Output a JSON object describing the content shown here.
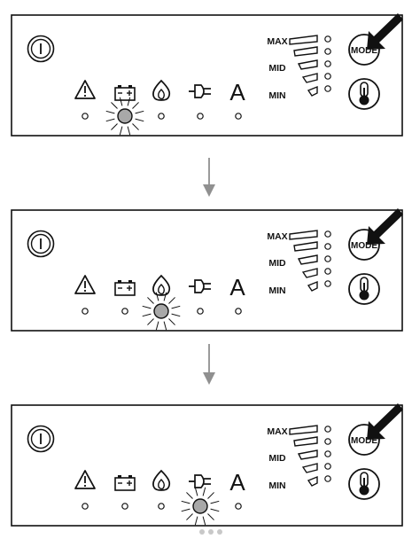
{
  "steps": [
    {
      "lit": "battery"
    },
    {
      "lit": "flame"
    },
    {
      "lit": "plug"
    }
  ],
  "indicators": [
    {
      "id": "warning",
      "icon": "warning-triangle-icon"
    },
    {
      "id": "battery",
      "icon": "battery-icon"
    },
    {
      "id": "flame",
      "icon": "flame-icon"
    },
    {
      "id": "plug",
      "icon": "plug-icon"
    },
    {
      "id": "auto",
      "icon": "auto-a-icon",
      "glyph": "A"
    }
  ],
  "levels": {
    "max": "MAX",
    "mid": "MID",
    "min": "MIN"
  },
  "buttons": {
    "power": "power-icon",
    "mode": "MODE",
    "temperature": "thermometer-icon"
  },
  "colors": {
    "lit_led": "#a8a8a8",
    "arrow": "#909090",
    "ink": "#111111",
    "dots": "#c8c8c8"
  }
}
